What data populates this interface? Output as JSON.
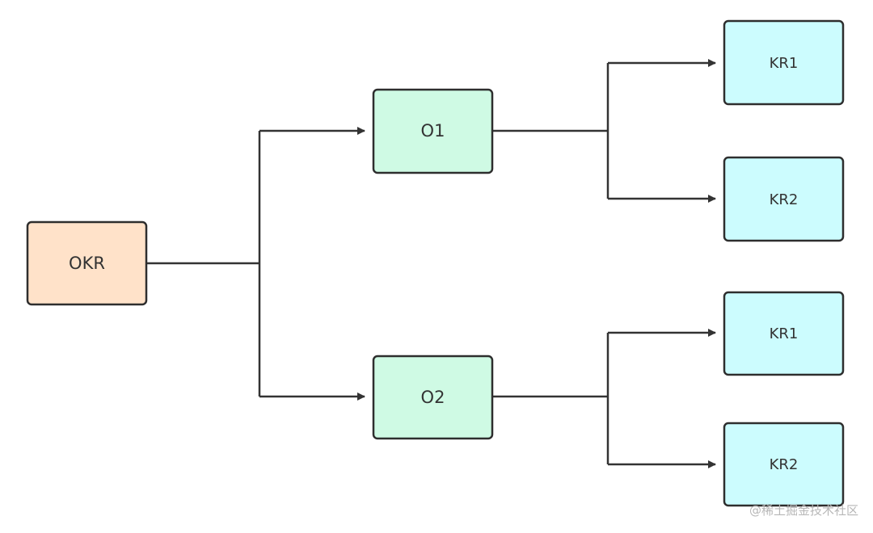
{
  "diagram": {
    "nodes": {
      "root": {
        "label": "OKR",
        "color": "#FFE2C9"
      },
      "o1": {
        "label": "O1",
        "color": "#CFFAE4"
      },
      "o2": {
        "label": "O2",
        "color": "#CFFAE4"
      },
      "o1_kr1": {
        "label": "KR1",
        "color": "#CCFCFE"
      },
      "o1_kr2": {
        "label": "KR2",
        "color": "#CCFCFE"
      },
      "o2_kr1": {
        "label": "KR1",
        "color": "#CCFCFE"
      },
      "o2_kr2": {
        "label": "KR2",
        "color": "#CCFCFE"
      }
    },
    "edges": [
      {
        "from": "OKR",
        "to": "O1"
      },
      {
        "from": "OKR",
        "to": "O2"
      },
      {
        "from": "O1",
        "to": "KR1"
      },
      {
        "from": "O1",
        "to": "KR2"
      },
      {
        "from": "O2",
        "to": "KR1"
      },
      {
        "from": "O2",
        "to": "KR2"
      }
    ],
    "stroke_color": "#333333",
    "border_color": "#2E2E2E"
  },
  "watermark": {
    "text": "@稀土掘金技术社区"
  }
}
